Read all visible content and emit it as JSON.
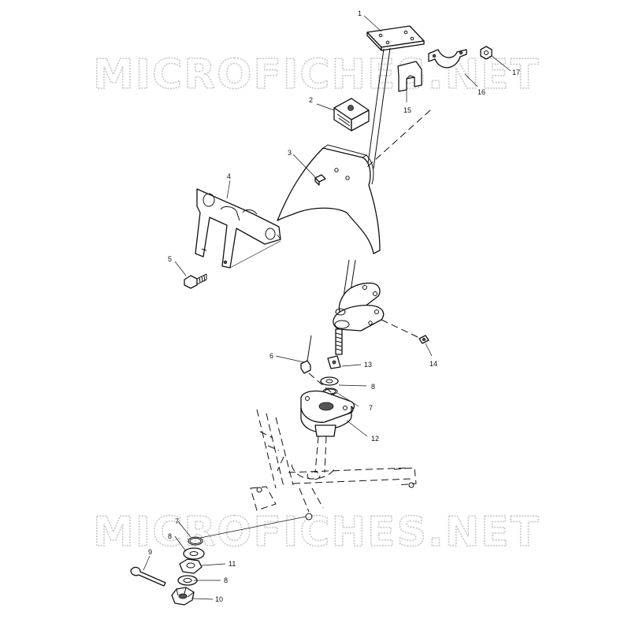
{
  "watermark": {
    "text": "MICROFICHES.NET"
  },
  "callouts": [
    {
      "id": "c1",
      "label": "1"
    },
    {
      "id": "c2",
      "label": "2"
    },
    {
      "id": "c3",
      "label": "3"
    },
    {
      "id": "c4",
      "label": "4"
    },
    {
      "id": "c5",
      "label": "5"
    },
    {
      "id": "c6",
      "label": "6"
    },
    {
      "id": "c7a",
      "label": "7"
    },
    {
      "id": "c7b",
      "label": "7"
    },
    {
      "id": "c8a",
      "label": "8"
    },
    {
      "id": "c8b",
      "label": "8"
    },
    {
      "id": "c8c",
      "label": "8"
    },
    {
      "id": "c9",
      "label": "9"
    },
    {
      "id": "c10",
      "label": "10"
    },
    {
      "id": "c11",
      "label": "11"
    },
    {
      "id": "c12",
      "label": "12"
    },
    {
      "id": "c13",
      "label": "13"
    },
    {
      "id": "c14",
      "label": "14"
    },
    {
      "id": "c15",
      "label": "15"
    },
    {
      "id": "c16",
      "label": "16"
    },
    {
      "id": "c17",
      "label": "17"
    }
  ]
}
